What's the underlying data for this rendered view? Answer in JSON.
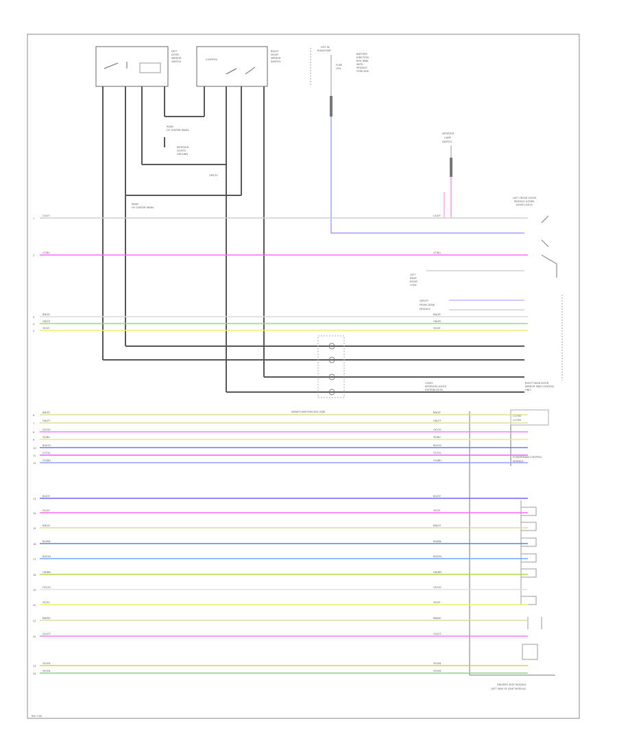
{
  "footer": {
    "code": "RM 7 NS"
  },
  "switches": {
    "left_door": [
      "LEFT",
      "DOOR",
      "MIRROR",
      "SWITCH"
    ],
    "right_door": [
      "RIGHT",
      "DOOR",
      "MIRROR",
      "SWITCH"
    ],
    "right_inner_label": "CONTROL"
  },
  "ground_labels": {
    "rear_panel_upper": [
      "REAR",
      "OF CENTER PANEL"
    ],
    "panel_right": [
      "INTERIOR",
      "LIGHTS",
      "GROUND"
    ],
    "middle": "GRY/YL",
    "rear_panel_lower": [
      "REAR",
      "OF CENTER PANEL"
    ]
  },
  "fuse": {
    "title": [
      "HOT IN",
      "RUN/START"
    ],
    "fuse_label": [
      "FUSE",
      "10A"
    ],
    "note": [
      "BATTERY",
      "JUNCTION",
      "BOX (BJB)",
      "WITH",
      "MODULE",
      "FUSE BOX"
    ]
  },
  "interior_lamp": [
    "INTERIOR",
    "LAMP",
    "SWITCH"
  ],
  "door_lock_module": [
    "LEFT FRONT DOOR",
    "MODULE (LFDM)",
    "DOOR LATCH"
  ],
  "rear_door_lock": [
    "LEFT",
    "REAR",
    "DOOR",
    "LOCK"
  ],
  "ground_point": [
    "GRY/VT",
    "FROM 20SW",
    "MODULE"
  ],
  "connectors": {
    "c1": [
      "C2052",
      "INTERIOR LIGHTS",
      "DISTRIBUTION"
    ],
    "c2": [
      "RIGHT REAR DOOR",
      "MIRROR PWR CONTROL",
      "UNIT"
    ],
    "mid_label": "SMART JUNCTION BOX (SJB)"
  },
  "module_block": {
    "label": [
      "POWERTRAIN CONTROL",
      "MODULE"
    ],
    "pins": [
      "C175B",
      "C175B"
    ],
    "bottom": [
      "DRIVERS SEAT MODULE",
      "LEFT SIDE OF SEAT MODULE"
    ]
  },
  "wires": [
    {
      "num": "1",
      "label": "LG/VT",
      "color": "#cfcfcf"
    },
    {
      "num": "2",
      "label": "VT/BU",
      "color": "#ff66ff"
    },
    {
      "num": "3",
      "label": "BN/YE",
      "color": "#d8d8d8"
    },
    {
      "num": "4",
      "label": "GN/YE",
      "color": "#99dd66"
    },
    {
      "num": "5",
      "label": "YE/GY",
      "color": "#eeee77"
    },
    {
      "num": "6",
      "label": "BN/YE",
      "color": "#dddd99"
    },
    {
      "num": "7",
      "label": "GN/VT",
      "color": "#dddd99"
    },
    {
      "num": "8",
      "label": "GY/OG",
      "color": "#ff77ff"
    },
    {
      "num": "9",
      "label": "YE/BU",
      "color": "#eeee66"
    },
    {
      "num": "10",
      "label": "BU/OG",
      "color": "#7777ee"
    },
    {
      "num": "11",
      "label": "VT/OG",
      "color": "#ff55ff"
    },
    {
      "num": "12",
      "label": "OG/BU",
      "color": "#9999ff"
    },
    {
      "num": "13",
      "label": "BU/GY",
      "color": "#6666ff"
    },
    {
      "num": "14",
      "label": "YE/GY",
      "color": "#ff66ff"
    },
    {
      "num": "15",
      "label": "BN/GY",
      "color": "#dddd88"
    },
    {
      "num": "16",
      "label": "BU/BN",
      "color": "#5588cc"
    },
    {
      "num": "17",
      "label": "BU/GN",
      "color": "#66aaff"
    },
    {
      "num": "18",
      "label": "GN/BN",
      "color": "#aadd44"
    },
    {
      "num": "19",
      "label": "GY/OG",
      "color": "#e0e0e0"
    },
    {
      "num": "20",
      "label": "YE/GY",
      "color": "#eeee66"
    },
    {
      "num": "21",
      "label": "BN/BU",
      "color": "#dddd99"
    },
    {
      "num": "22",
      "label": "OG/VT",
      "color": "#ff77ff"
    },
    {
      "num": "23",
      "label": "YE/GN",
      "color": "#eecc33"
    },
    {
      "num": "24",
      "label": "YE/GN",
      "color": "#77dd77"
    }
  ]
}
